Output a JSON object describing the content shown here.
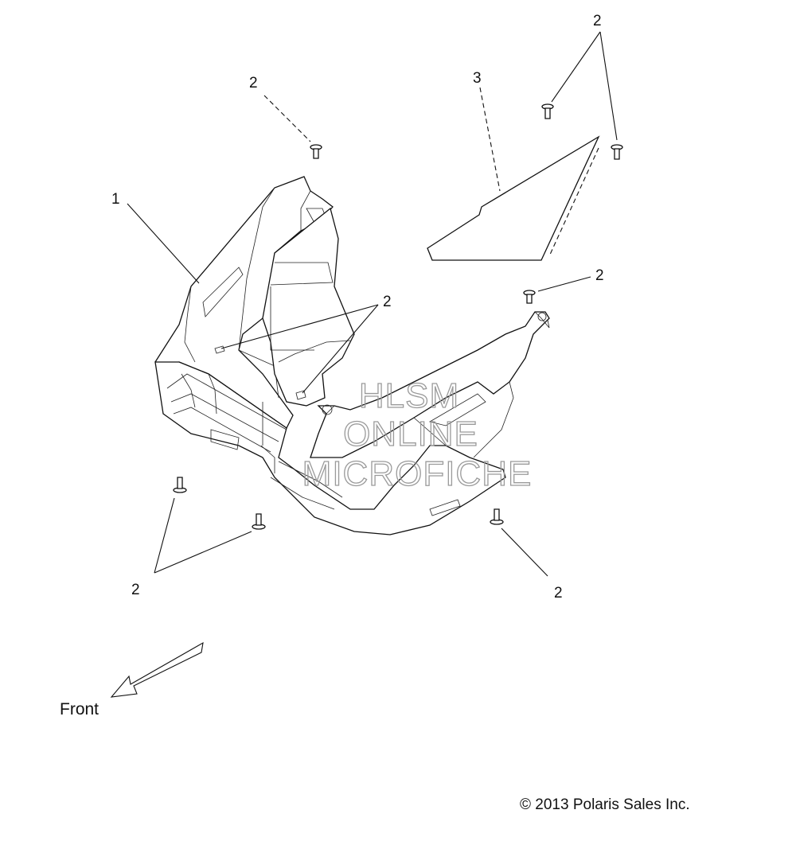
{
  "callouts": {
    "c1": "1",
    "c2": "2",
    "c3": "3"
  },
  "watermark": {
    "line1": "HLSM",
    "line2": "ONLINE",
    "line3": "MICROFICHE"
  },
  "direction_label": "Front",
  "copyright": "© 2013 Polaris Sales Inc."
}
